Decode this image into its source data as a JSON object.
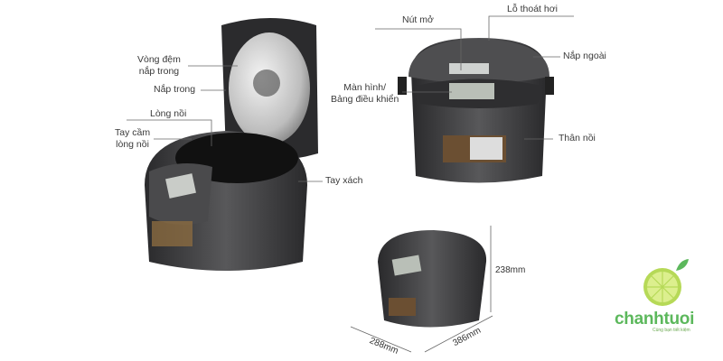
{
  "labels": {
    "gasket_line1": "Vòng đệm",
    "gasket_line2": "nắp trong",
    "inner_lid": "Nắp trong",
    "inner_pot": "Lòng nồi",
    "pot_handle_line1": "Tay cầm",
    "pot_handle_line2": "lòng nồi",
    "carry_handle": "Tay xách",
    "open_button": "Nút mở",
    "steam_vent": "Lỗ thoát hơi",
    "outer_lid": "Nắp ngoài",
    "display_line1": "Màn hình/",
    "display_line2": "Bảng điều khiển",
    "body": "Thân nồi"
  },
  "dimensions": {
    "height": "238mm",
    "depth": "288mm",
    "width": "386mm"
  },
  "logo": {
    "name": "chanhtuoi",
    "tagline": "Cùng bạn tiết kiệm"
  },
  "colors": {
    "cooker_body": "#3d3d3f",
    "logo_green": "#5cb85c",
    "lemon": "#c9e265"
  }
}
